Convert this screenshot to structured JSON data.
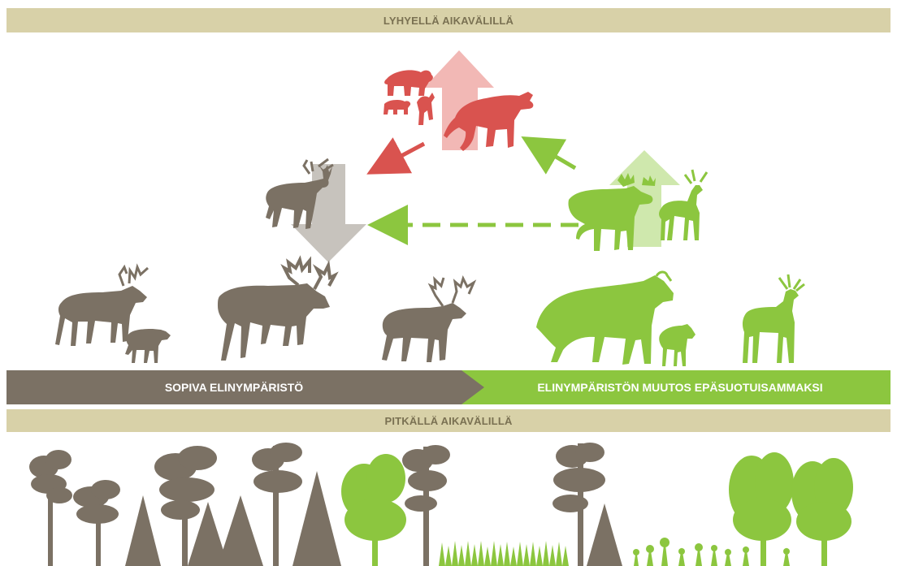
{
  "header": {
    "short_term_label": "LYHYELLÄ AIKAVÄLILLÄ",
    "long_term_label": "PITKÄLLÄ AIKAVÄLILLÄ"
  },
  "progression": {
    "left_label": "SOPIVA ELINYMPÄRISTÖ",
    "right_label": "ELINYMPÄRISTÖN MUUTOS EPÄSUOTUISAMMAKSI"
  },
  "colors": {
    "band": "#d8d1a8",
    "band_text": "#7a7152",
    "brown": "#7b7164",
    "green": "#8cc63f",
    "red": "#d9534f",
    "pale_red": "#f2b8b5",
    "pale_green": "#cfe8ad",
    "grey_arrow": "#c7c3bd"
  },
  "icons": {
    "predators": [
      "bear-icon",
      "bear-cub-icon",
      "wolf-icon"
    ],
    "reindeer": [
      "reindeer-icon",
      "reindeer-calf-icon"
    ],
    "moose": [
      "moose-icon",
      "moose-calf-icon"
    ],
    "deer": [
      "deer-icon"
    ],
    "trees": [
      "pine-tree-icon",
      "spruce-tree-icon",
      "birch-tree-icon",
      "grass-icon",
      "sapling-icon"
    ]
  }
}
